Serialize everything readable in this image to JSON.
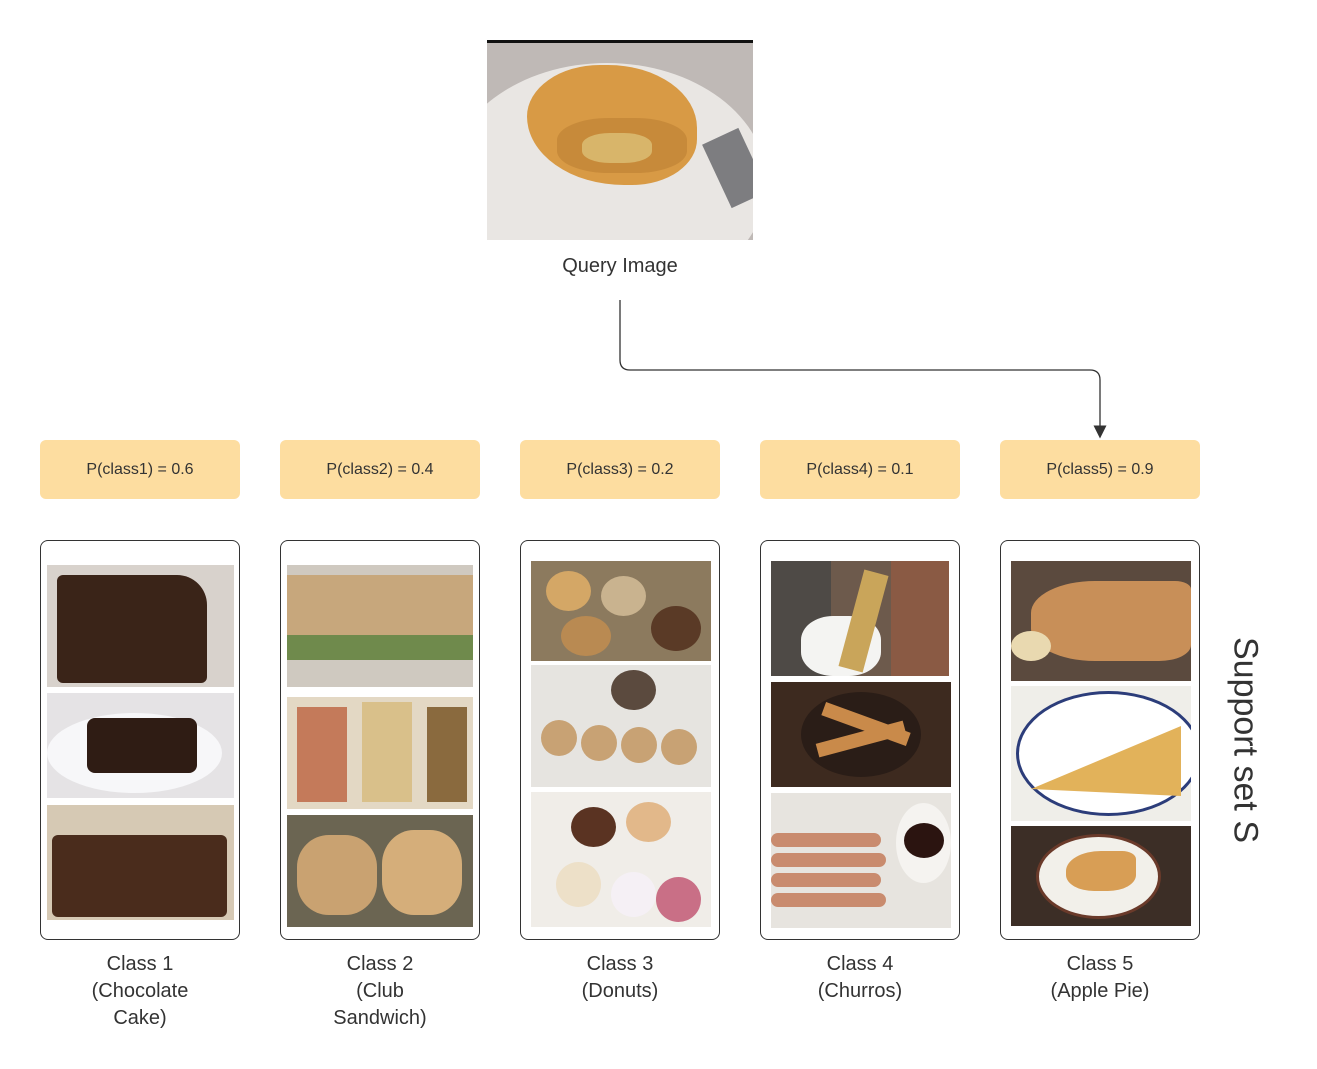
{
  "query": {
    "label": "Query Image"
  },
  "probabilities": [
    "P(class1) = 0.6",
    "P(class2) = 0.4",
    "P(class3) = 0.2",
    "P(class4) = 0.1",
    "P(class5) = 0.9"
  ],
  "classes": [
    {
      "line1": "Class 1",
      "line2": "(Chocolate",
      "line3": "Cake)"
    },
    {
      "line1": "Class 2",
      "line2": "(Club",
      "line3": "Sandwich)"
    },
    {
      "line1": "Class 3",
      "line2": "(Donuts)",
      "line3": ""
    },
    {
      "line1": "Class 4",
      "line2": "(Churros)",
      "line3": ""
    },
    {
      "line1": "Class 5",
      "line2": "(Apple Pie)",
      "line3": ""
    }
  ],
  "support_label": "Support set S",
  "colors": {
    "probability_box": "#fddda0",
    "border": "#333333",
    "arrow": "#333333"
  }
}
